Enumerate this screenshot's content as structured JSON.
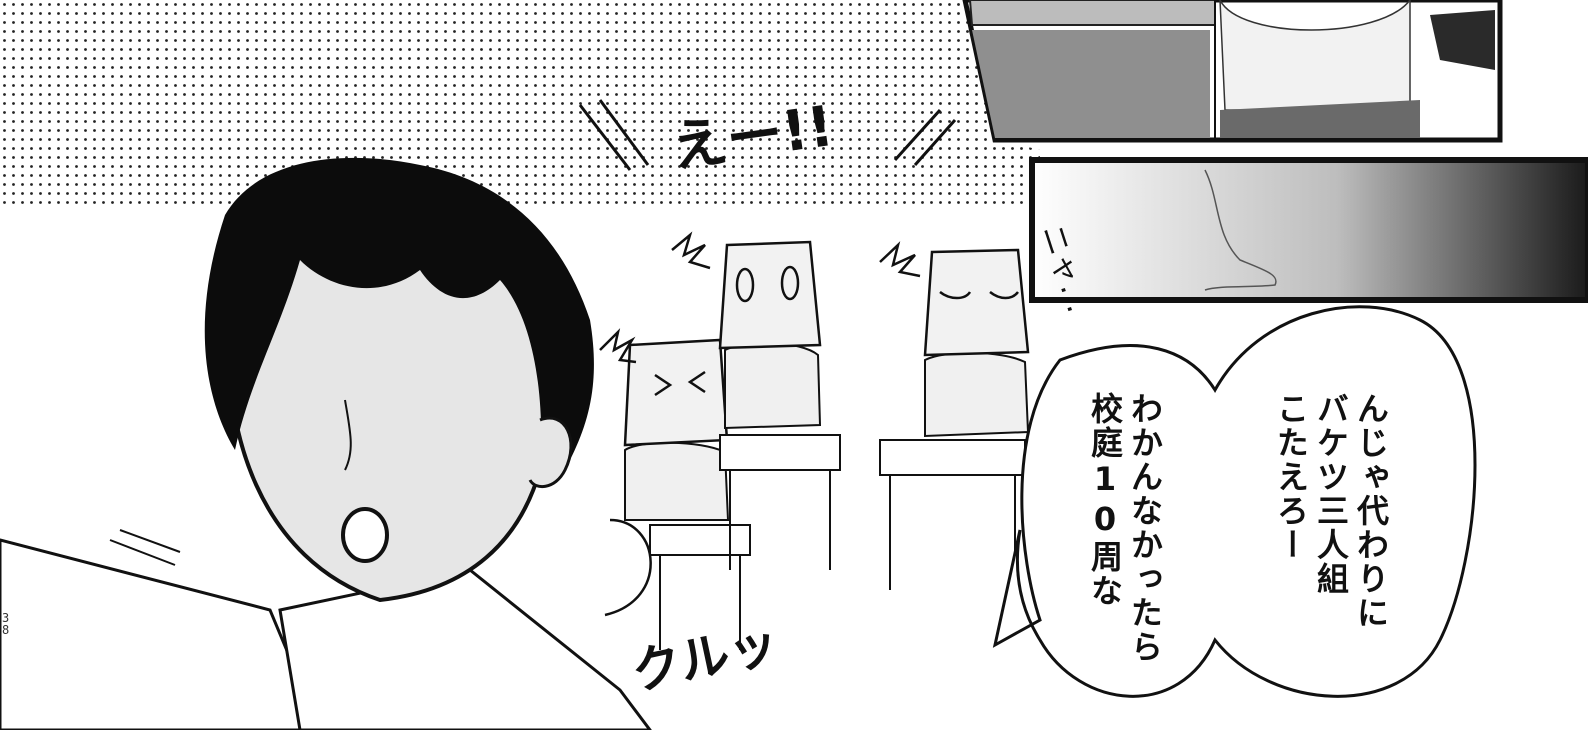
{
  "page_number": "38",
  "speech_bubble": {
    "right_column": [
      "んじゃ代わりに",
      "バケツ三人組",
      "こたえろー"
    ],
    "left_column": [
      "わかんなかったら",
      "校庭10周な"
    ]
  },
  "sound_effects": {
    "shout": "えー!!",
    "nya": "ニャ…",
    "turn": "クルッ"
  },
  "colors": {
    "ink": "#111111",
    "screentone": "#c8c8c8",
    "mid_gray": "#8a8a8a",
    "light_gray": "#e4e4e4"
  }
}
